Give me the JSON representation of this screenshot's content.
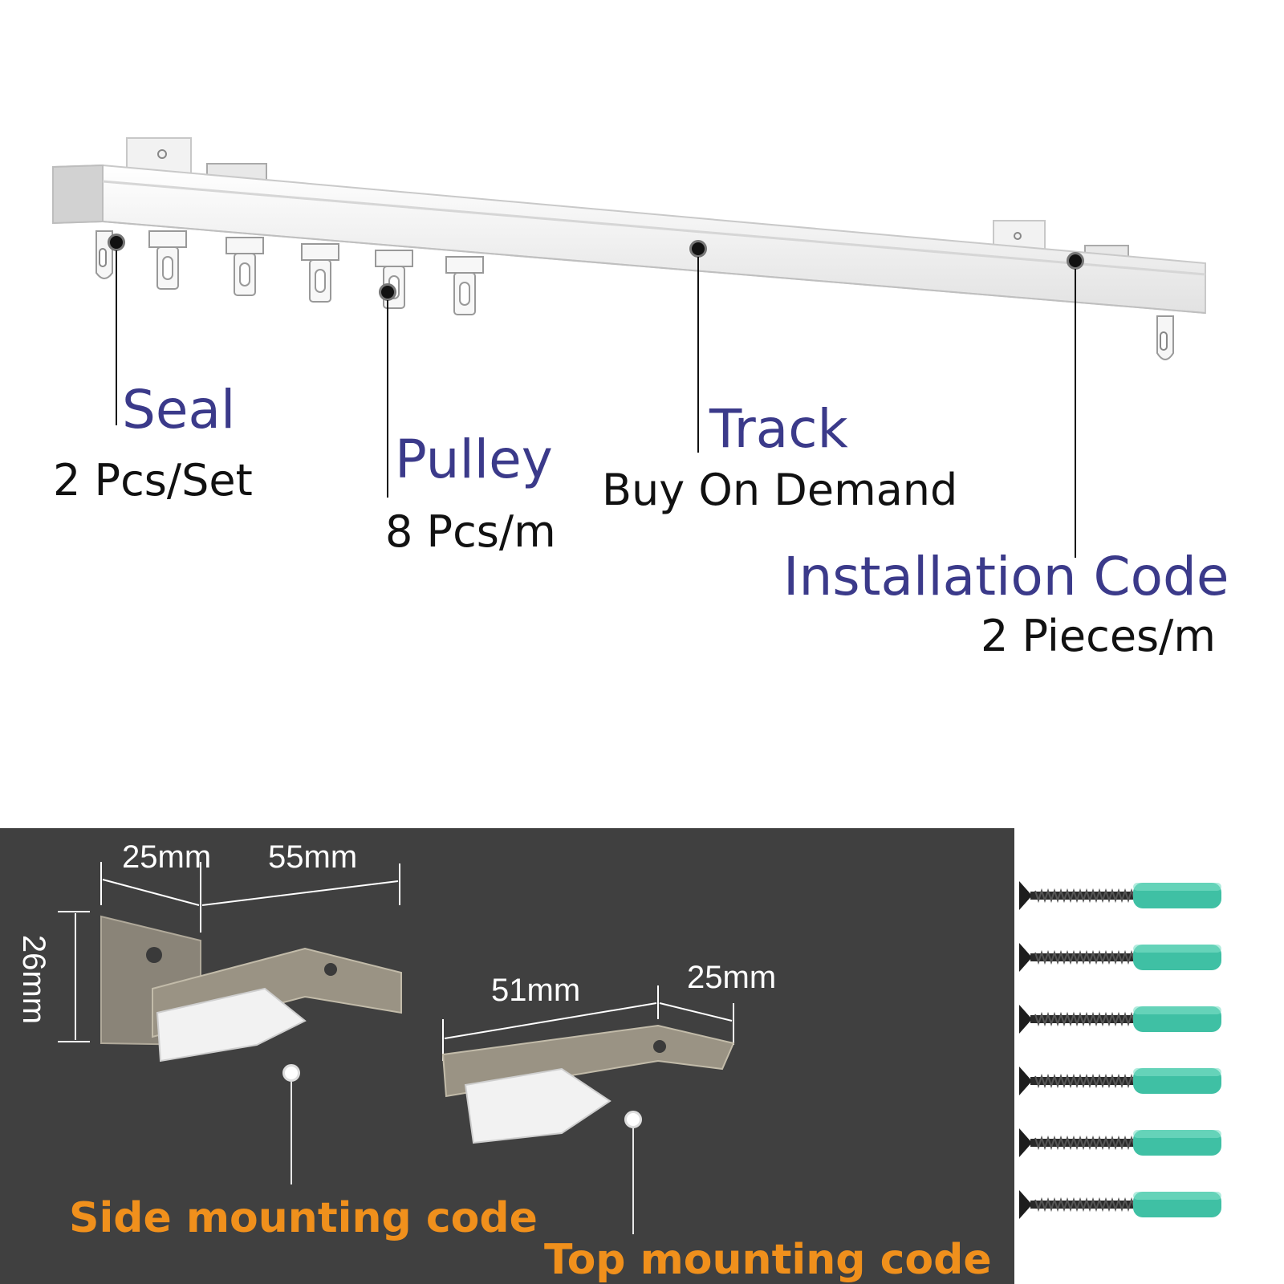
{
  "track_labels": {
    "seal": {
      "title": "Seal",
      "sub": "2 Pcs/Set"
    },
    "pulley": {
      "title": "Pulley",
      "sub": "8 Pcs/m"
    },
    "track": {
      "title": "Track",
      "sub": "Buy On Demand"
    },
    "installation_code": {
      "title": "Installation Code",
      "sub": "2 Pieces/m"
    }
  },
  "brackets": {
    "side": {
      "width_a": "25mm",
      "width_b": "55mm",
      "height": "26mm",
      "label": "Side mounting code"
    },
    "top": {
      "width_a": "51mm",
      "width_b": "25mm",
      "label": "Top mounting code"
    }
  },
  "screws": {
    "count": 6,
    "anchor_color": "#3fc0a4"
  },
  "colors": {
    "title": "#3b3a8a",
    "mount_label": "#f0901c",
    "panel": "#404040"
  }
}
